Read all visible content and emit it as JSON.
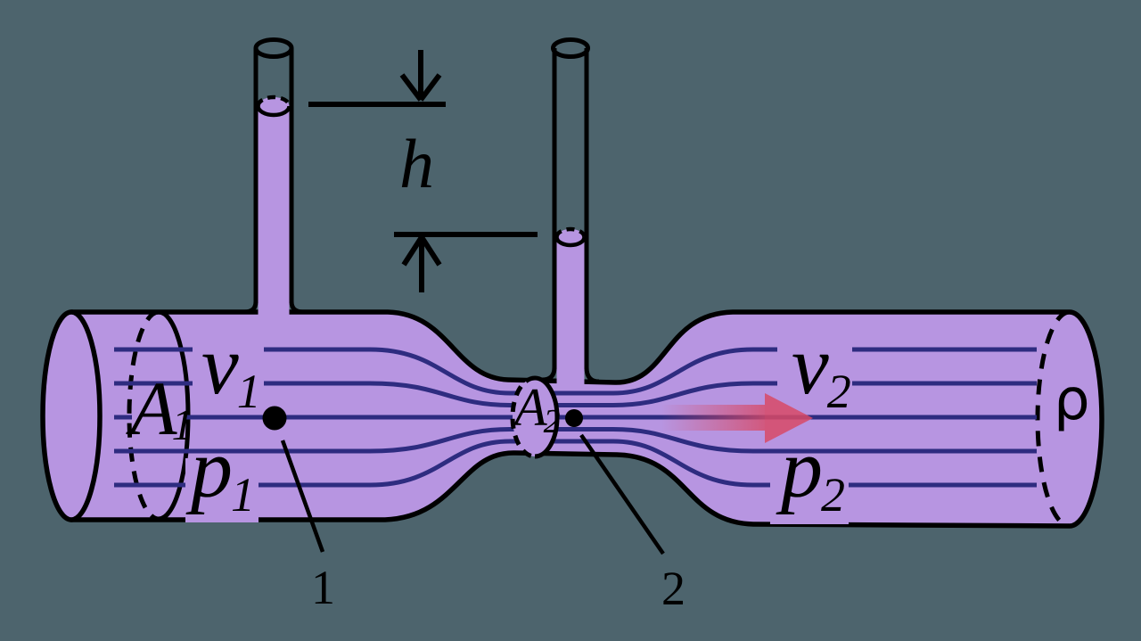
{
  "colors": {
    "background": "#4d646d",
    "pipe_fill": "#b795e1",
    "outline": "#000000",
    "streamline": "#2e2c80",
    "flow_arrow": "#d84a66",
    "label_text": "#000000"
  },
  "labels": {
    "area1": {
      "base": "A",
      "sub": "1"
    },
    "area2": {
      "base": "A",
      "sub": "2"
    },
    "velocity1": {
      "base": "v",
      "sub": "1"
    },
    "velocity2": {
      "base": "v",
      "sub": "2"
    },
    "pressure1": {
      "base": "p",
      "sub": "1"
    },
    "pressure2": {
      "base": "p",
      "sub": "2"
    },
    "height_difference": "h",
    "density": "ρ",
    "point1": "1",
    "point2": "2"
  }
}
